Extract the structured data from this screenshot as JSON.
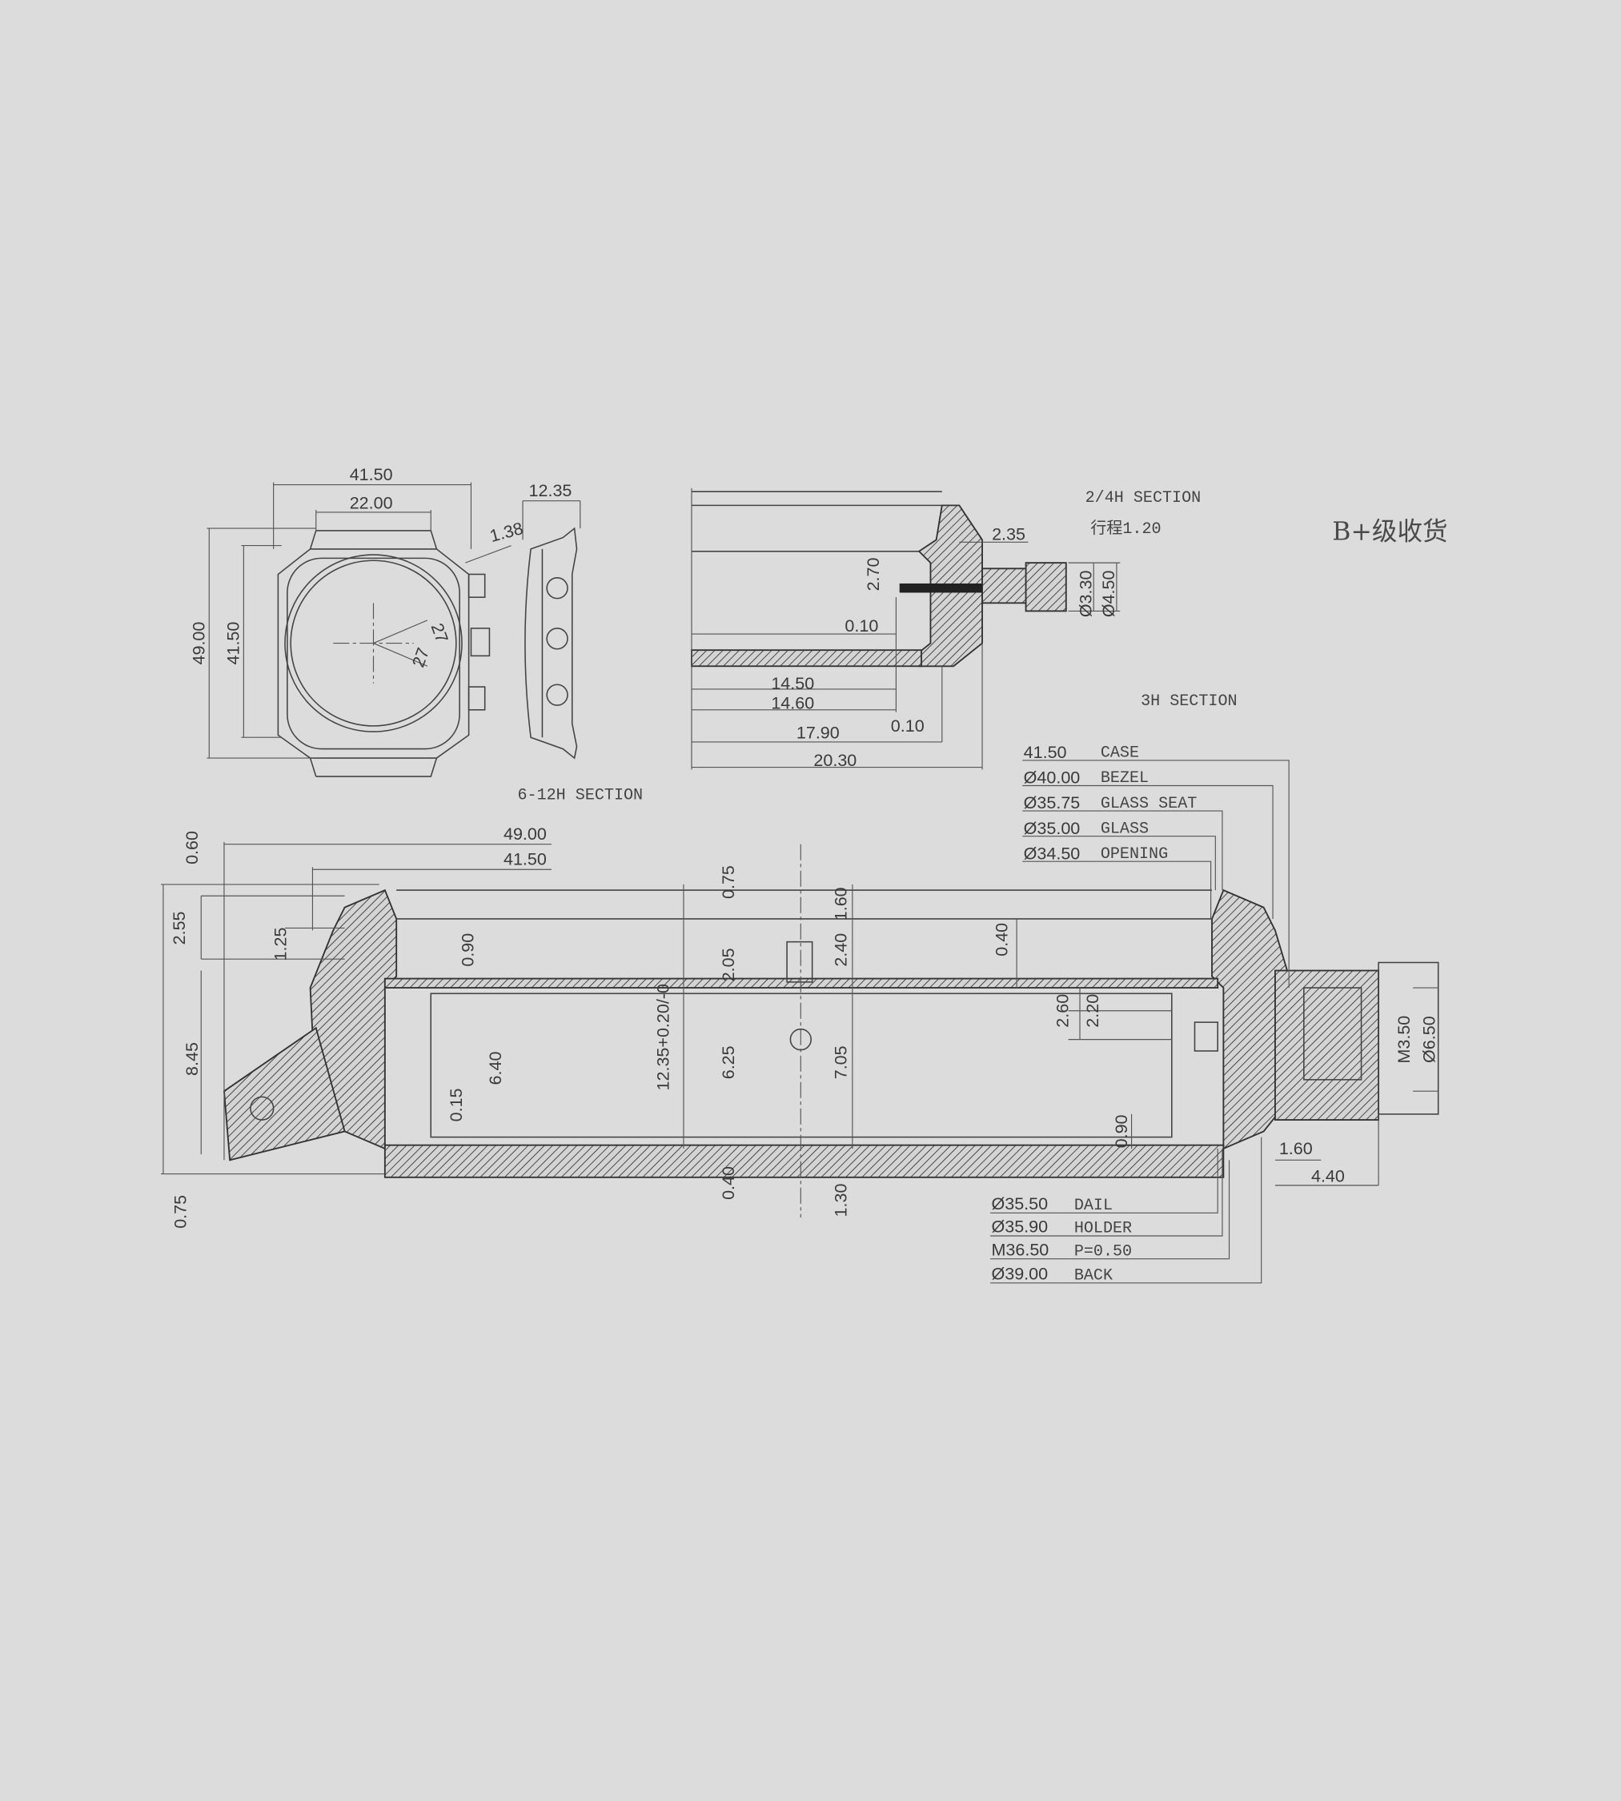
{
  "title": "B+级收货",
  "front_view": {
    "width": "41.50",
    "dial_width": "22.00",
    "height_lugs": "49.00",
    "height": "41.50",
    "pusher": "1.38",
    "angle_a": "27",
    "angle_b": "27"
  },
  "side_view": {
    "thickness": "12.35"
  },
  "section_24h": {
    "title": "2/4H SECTION",
    "travel": "行程1.20",
    "d1": "2.35",
    "d2": "2.70",
    "d3": "Ø3.30",
    "d4": "Ø4.50",
    "d5": "0.10",
    "d6": "14.50",
    "d7": "14.60",
    "d8": "0.10",
    "d9": "17.90",
    "d10": "20.30"
  },
  "section_3h": {
    "title": "3H SECTION"
  },
  "section_612h": {
    "title": "6-12H SECTION",
    "dims": [
      "49.00",
      "41.50",
      "0.60",
      "2.55",
      "1.25",
      "8.45",
      "0.75",
      "0.90",
      "0.75",
      "1.60",
      "2.40",
      "2.05",
      "0.40",
      "12.35+0.20/-0",
      "6.25",
      "7.05",
      "6.40",
      "0.15",
      "2.60",
      "2.20",
      "0.90",
      "0.40",
      "1.30",
      "M3.50",
      "Ø6.50",
      "1.60",
      "4.40"
    ]
  },
  "callouts_top": [
    {
      "value": "41.50",
      "name": "CASE"
    },
    {
      "value": "Ø40.00",
      "name": "BEZEL"
    },
    {
      "value": "Ø35.75",
      "name": "GLASS SEAT"
    },
    {
      "value": "Ø35.00",
      "name": "GLASS"
    },
    {
      "value": "Ø34.50",
      "name": "OPENING"
    }
  ],
  "callouts_bottom": [
    {
      "value": "Ø35.50",
      "name": "DAIL"
    },
    {
      "value": "Ø35.90",
      "name": "HOLDER"
    },
    {
      "value": "M36.50",
      "name": "P=0.50"
    },
    {
      "value": "Ø39.00",
      "name": "BACK"
    }
  ]
}
